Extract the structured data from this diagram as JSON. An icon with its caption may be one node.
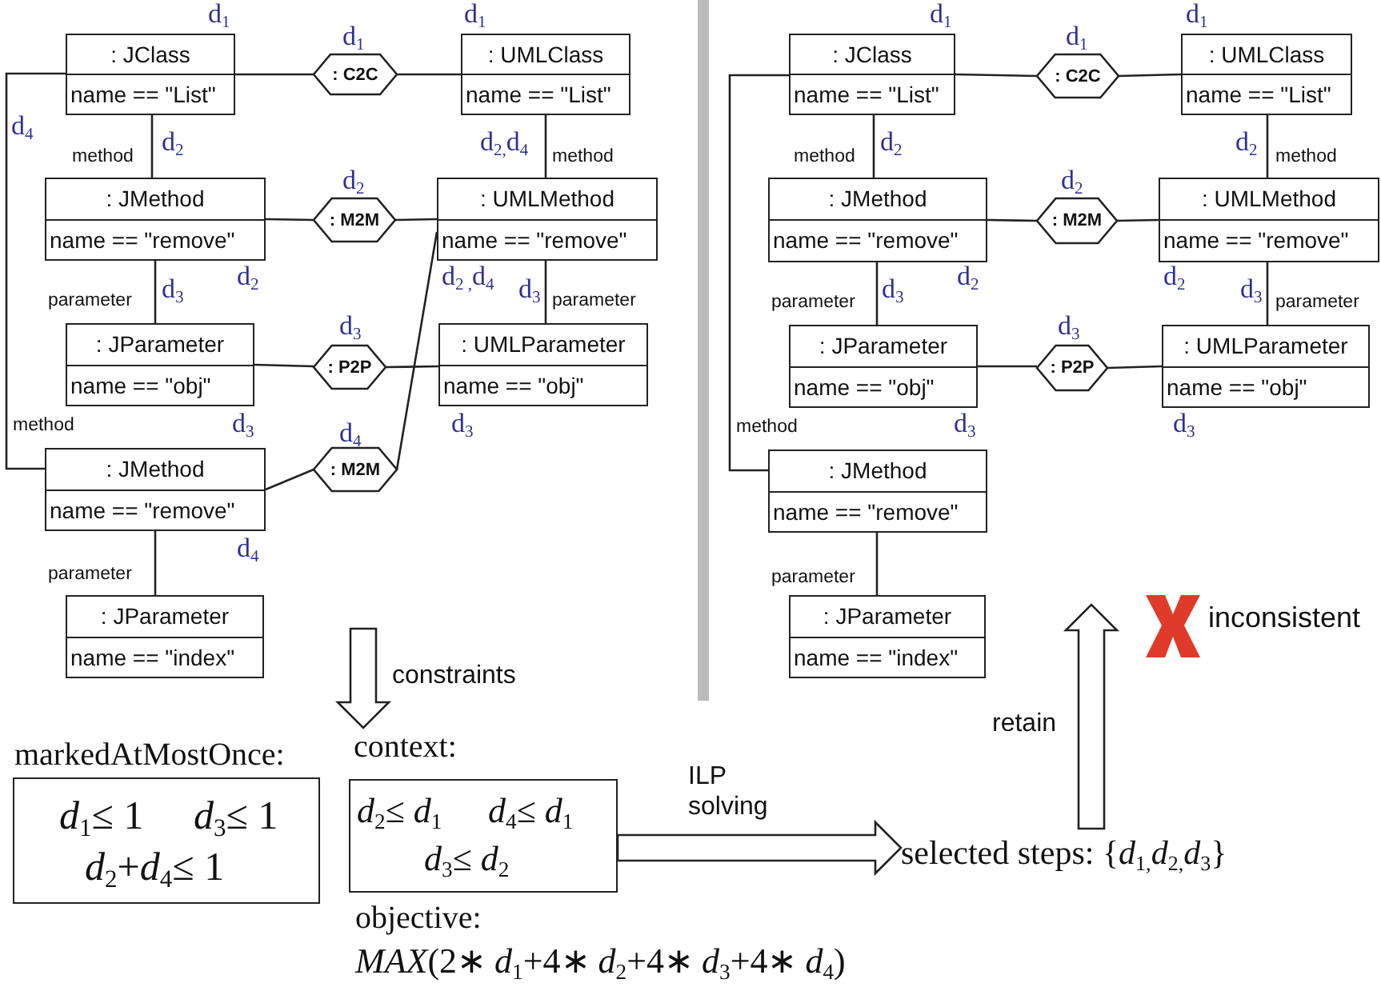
{
  "diagram": {
    "nodes": [
      {
        "text": [
          ": JClass",
          "name == \"List\""
        ],
        "beside": [
          "d$_{1}$"
        ]
      },
      {
        "text": [
          ": C2C"
        ],
        "beside": [
          "d$_{1}$"
        ]
      },
      {
        "text": [
          ": UMLClass",
          "name == \"List\""
        ],
        "beside": [
          "d$_{1}$"
        ]
      },
      {
        "text": [
          ": JMethod",
          "name == \"remove\""
        ],
        "beside": [
          "d$_{2}$"
        ]
      },
      {
        "text": [
          ": M2M"
        ],
        "beside": [
          "d$_{2}$"
        ]
      },
      {
        "text": [
          ": UMLMethod",
          "name == \"remove\""
        ],
        "beside": [
          "d$_{2 ,}$d$_{4}$"
        ]
      },
      {
        "text": [
          ": JParameter",
          "name == \"obj\""
        ],
        "beside": [
          "d$_{3}$"
        ]
      },
      {
        "text": [
          ": P2P"
        ],
        "beside": [
          "d$_{3}$"
        ]
      },
      {
        "text": [
          ": UMLParameter",
          "name == \"obj\""
        ],
        "beside": [
          "d$_{3}$"
        ]
      },
      {
        "text": [
          ": JMethod",
          "name == \"remove\""
        ],
        "beside": [
          "d$_{4}$"
        ]
      },
      {
        "text": [
          ": M2M"
        ],
        "beside": [
          "d$_{4}$"
        ]
      },
      {
        "text": [
          ": JParameter",
          "name == \"index\""
        ]
      },
      {
        "text": [
          ": JClass",
          "name == \"List\""
        ],
        "beside": [
          "d$_{1}$"
        ]
      },
      {
        "text": [
          ": C2C"
        ],
        "beside": [
          "d$_{1}$"
        ]
      },
      {
        "text": [
          ": UMLClass",
          "name == \"List\""
        ],
        "beside": [
          "d$_{1}$"
        ]
      },
      {
        "text": [
          ": JMethod",
          "name == \"remove\""
        ],
        "beside": [
          "d$_{2}$"
        ]
      },
      {
        "text": [
          ": M2M"
        ],
        "beside": [
          "d$_{2}$"
        ]
      },
      {
        "text": [
          ": UMLMethod",
          "name == \"remove\""
        ],
        "beside": [
          "d$_{2}$"
        ]
      },
      {
        "text": [
          ": JParameter",
          "name == \"obj\""
        ],
        "beside": [
          "d$_{3}$"
        ]
      },
      {
        "text": [
          ": P2P"
        ],
        "beside": [
          "d$_{3}$"
        ]
      },
      {
        "text": [
          ": UMLParameter",
          "name == \"obj\""
        ],
        "beside": [
          "d$_{3}$"
        ]
      },
      {
        "text": [
          ": JMethod",
          "name == \"remove\""
        ]
      },
      {
        "text": [
          ": JParameter",
          "name == \"index\""
        ]
      },
      {
        "text": [
          "markedAtMostOnce:",
          "*d*$_{1}$≤ 1",
          "*d*$_{3}$≤ 1",
          "*d*$_{2}$+*d*$_{4}$≤ 1"
        ]
      },
      {
        "text": [
          "context:",
          "*d*$_{2}$≤ *d*$_{1}$",
          "*d*$_{4}$≤ *d*$_{1}$",
          "*d*$_{3}$≤ *d*$_{2}$"
        ]
      },
      {
        "text": [
          "selected steps: {*d*$_{1,}$*d*$_{2,}$*d*$_{3}$}"
        ]
      }
    ],
    "edges": [
      {
        "from": 0,
        "to": 1,
        "arrow": "none"
      },
      {
        "from": 1,
        "to": 2,
        "arrow": "none"
      },
      {
        "from": 0,
        "to": 3,
        "arrow": "none",
        "label": "method"
      },
      {
        "from": 2,
        "to": 5,
        "arrow": "none",
        "label": "method"
      },
      {
        "from": 3,
        "to": 4,
        "arrow": "none"
      },
      {
        "from": 4,
        "to": 5,
        "arrow": "none"
      },
      {
        "from": 3,
        "to": 6,
        "arrow": "none",
        "label": "parameter"
      },
      {
        "from": 5,
        "to": 8,
        "arrow": "none",
        "label": "parameter"
      },
      {
        "from": 6,
        "to": 7,
        "arrow": "none"
      },
      {
        "from": 7,
        "to": 8,
        "arrow": "none"
      },
      {
        "from": 0,
        "to": 9,
        "arrow": "none",
        "label": "method"
      },
      {
        "from": 9,
        "to": 10,
        "arrow": "none"
      },
      {
        "from": 10,
        "to": 5,
        "arrow": "none"
      },
      {
        "from": 9,
        "to": 11,
        "arrow": "none",
        "label": "parameter"
      },
      {
        "from": 12,
        "to": 13,
        "arrow": "none"
      },
      {
        "from": 13,
        "to": 14,
        "arrow": "none"
      },
      {
        "from": 12,
        "to": 15,
        "arrow": "none",
        "label": "method"
      },
      {
        "from": 14,
        "to": 17,
        "arrow": "none",
        "label": "method"
      },
      {
        "from": 15,
        "to": 16,
        "arrow": "none"
      },
      {
        "from": 16,
        "to": 17,
        "arrow": "none"
      },
      {
        "from": 15,
        "to": 18,
        "arrow": "none",
        "label": "parameter"
      },
      {
        "from": 17,
        "to": 20,
        "arrow": "none",
        "label": "parameter"
      },
      {
        "from": 18,
        "to": 19,
        "arrow": "none"
      },
      {
        "from": 19,
        "to": 20,
        "arrow": "none"
      },
      {
        "from": 12,
        "to": 21,
        "arrow": "none",
        "label": "method"
      },
      {
        "from": 21,
        "to": 22,
        "arrow": "none",
        "label": "parameter"
      },
      {
        "from": null,
        "to": 24,
        "arrow": "to",
        "label": "constraints",
        "style": "thick"
      },
      {
        "from": 24,
        "to": 25,
        "arrow": "to",
        "label": "ILP solving",
        "style": "thick"
      },
      {
        "from": 25,
        "to": null,
        "arrow": "to",
        "label": "retain",
        "style": "thick"
      }
    ],
    "labels": [
      "d$_{4}$",
      "d$_{2}$",
      "d$_{2,}$d$_{4}$",
      "d$_{3}$",
      "d$_{3}$",
      "d$_{2}$",
      "d$_{2}$",
      "d$_{3}$",
      "d$_{3}$",
      "inconsistent",
      "objective:",
      "*MAX*(2∗ *d*$_{1}$+4∗ *d*$_{2}$+4∗ *d*$_{3}$+4∗ *d*$_{4}$)"
    ]
  }
}
